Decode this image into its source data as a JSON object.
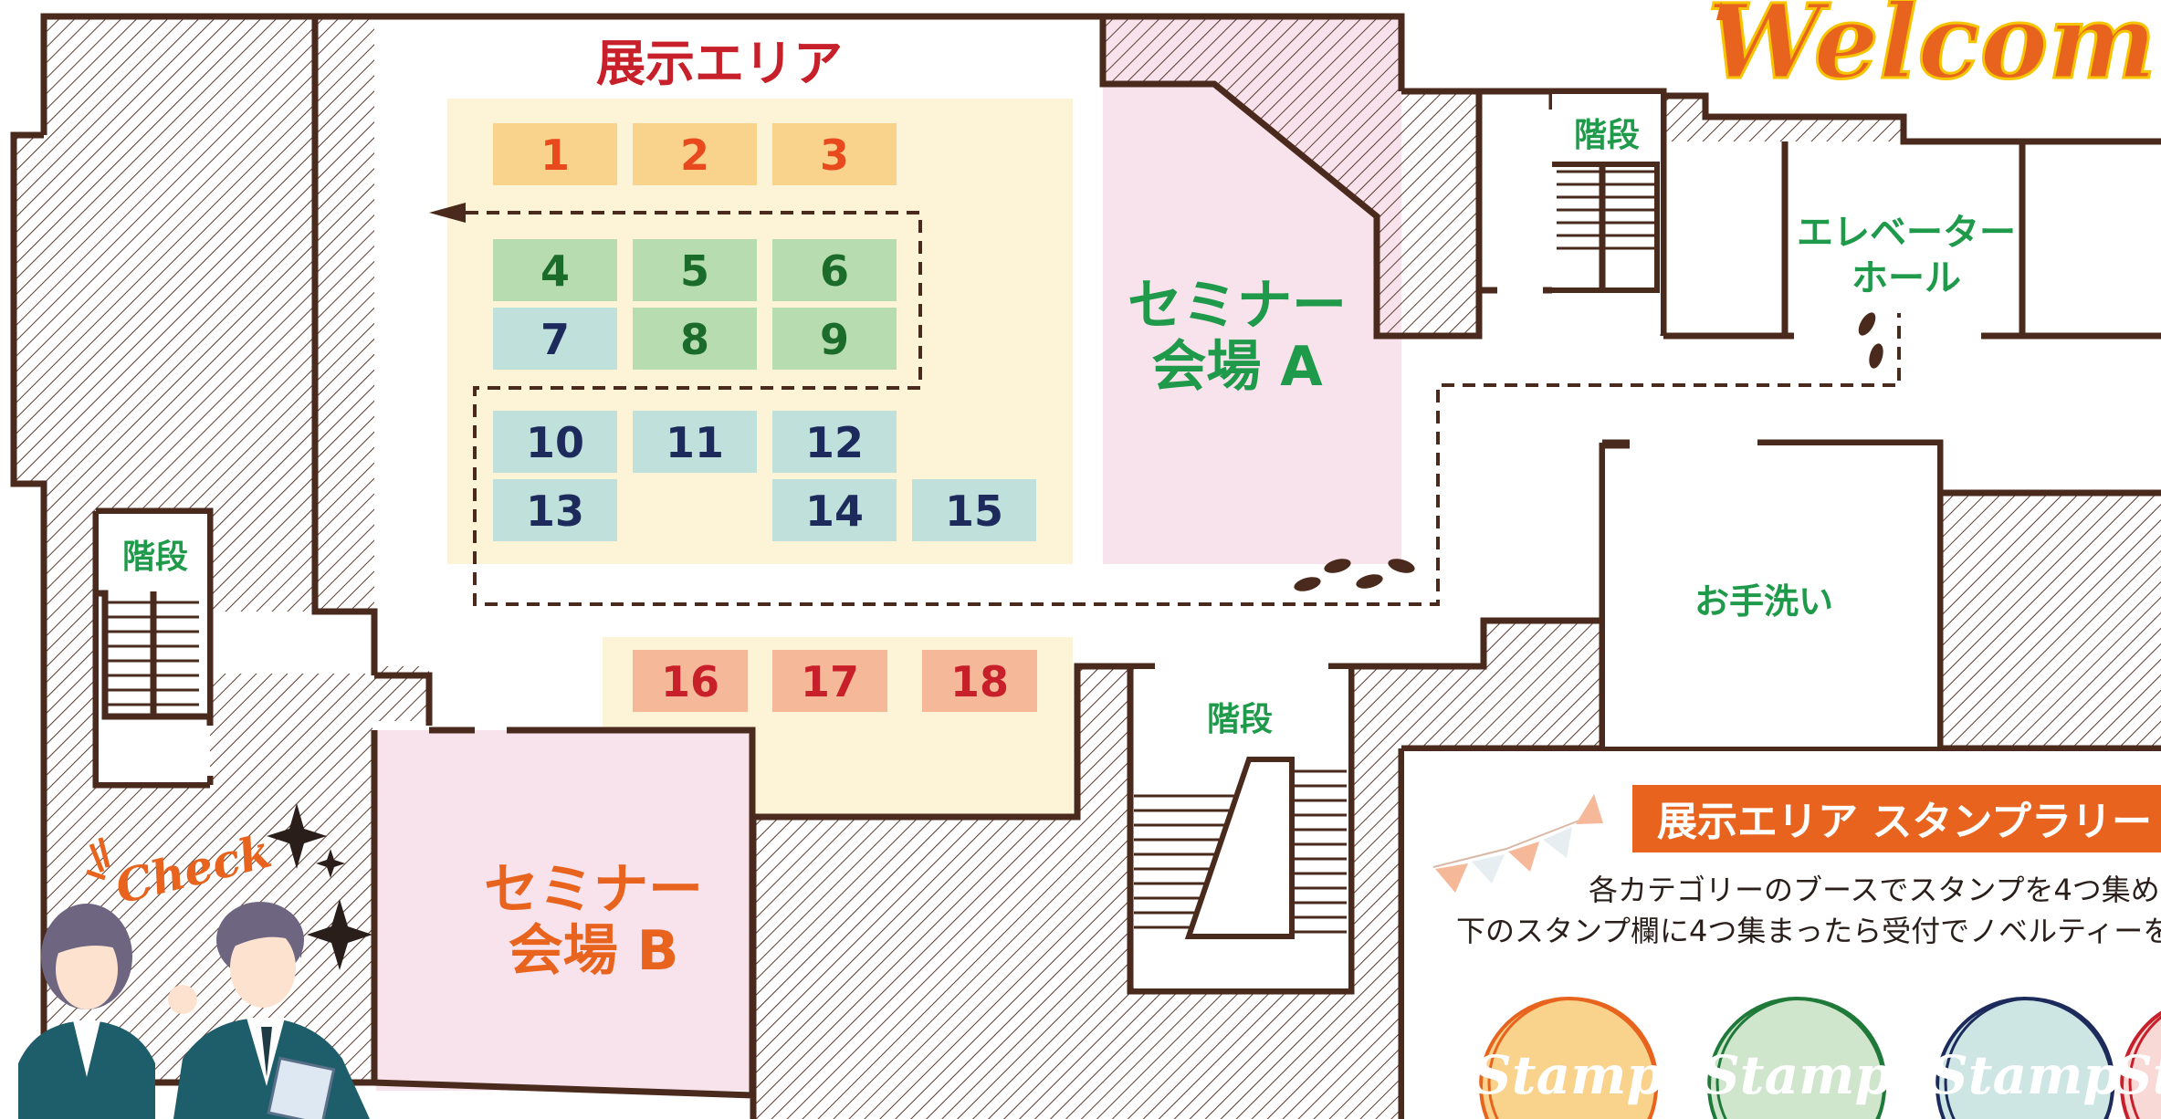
{
  "colors": {
    "wall": "#4a2a1c",
    "area_green": "#1f9a4a",
    "seminar_orange": "#e8641e",
    "exhibit_red": "#c8202a",
    "pink_room": "#f8e2ec",
    "exhibit_bg": "#fdf3d6",
    "row_orange": "#f9d28c",
    "row_green": "#b6dcb0",
    "row_blue": "#bfe0db",
    "row_salmon": "#f5b99a",
    "num_orange": "#e84a1e",
    "num_green": "#1b6b2a",
    "num_navy": "#1d2a5c",
    "num_red": "#c8202a",
    "banner": "#e8641e"
  },
  "map": {
    "exhibit_title": "展示エリア",
    "stairs_label": "階段",
    "seminar_a_line1": "セミナー",
    "seminar_a_line2": "会場 A",
    "seminar_b_line1": "セミナー",
    "seminar_b_line2": "会場 B",
    "elevator_line1": "エレベーター",
    "elevator_line2": "ホール",
    "restroom": "お手洗い",
    "welcome": "Welcom",
    "check": "Check"
  },
  "booths": [
    {
      "num": "1",
      "color": "orange"
    },
    {
      "num": "2",
      "color": "orange"
    },
    {
      "num": "3",
      "color": "orange"
    },
    {
      "num": "4",
      "color": "green"
    },
    {
      "num": "5",
      "color": "green"
    },
    {
      "num": "6",
      "color": "green"
    },
    {
      "num": "7",
      "color": "blue"
    },
    {
      "num": "8",
      "color": "green"
    },
    {
      "num": "9",
      "color": "green"
    },
    {
      "num": "10",
      "color": "blue"
    },
    {
      "num": "11",
      "color": "blue"
    },
    {
      "num": "12",
      "color": "blue"
    },
    {
      "num": "13",
      "color": "blue"
    },
    {
      "num": "14",
      "color": "blue"
    },
    {
      "num": "15",
      "color": "blue"
    },
    {
      "num": "16",
      "color": "salmon"
    },
    {
      "num": "17",
      "color": "salmon"
    },
    {
      "num": "18",
      "color": "salmon"
    }
  ],
  "rally": {
    "banner": "展示エリア スタンプラリー",
    "line1": "各カテゴリーのブースでスタンプを4つ集め",
    "line2": "下のスタンプ欄に4つ集まったら受付でノベルティーを",
    "stamp_label": "Stamp",
    "stamps": [
      {
        "color": "orange"
      },
      {
        "color": "green"
      },
      {
        "color": "navy"
      },
      {
        "color": "red"
      }
    ]
  }
}
